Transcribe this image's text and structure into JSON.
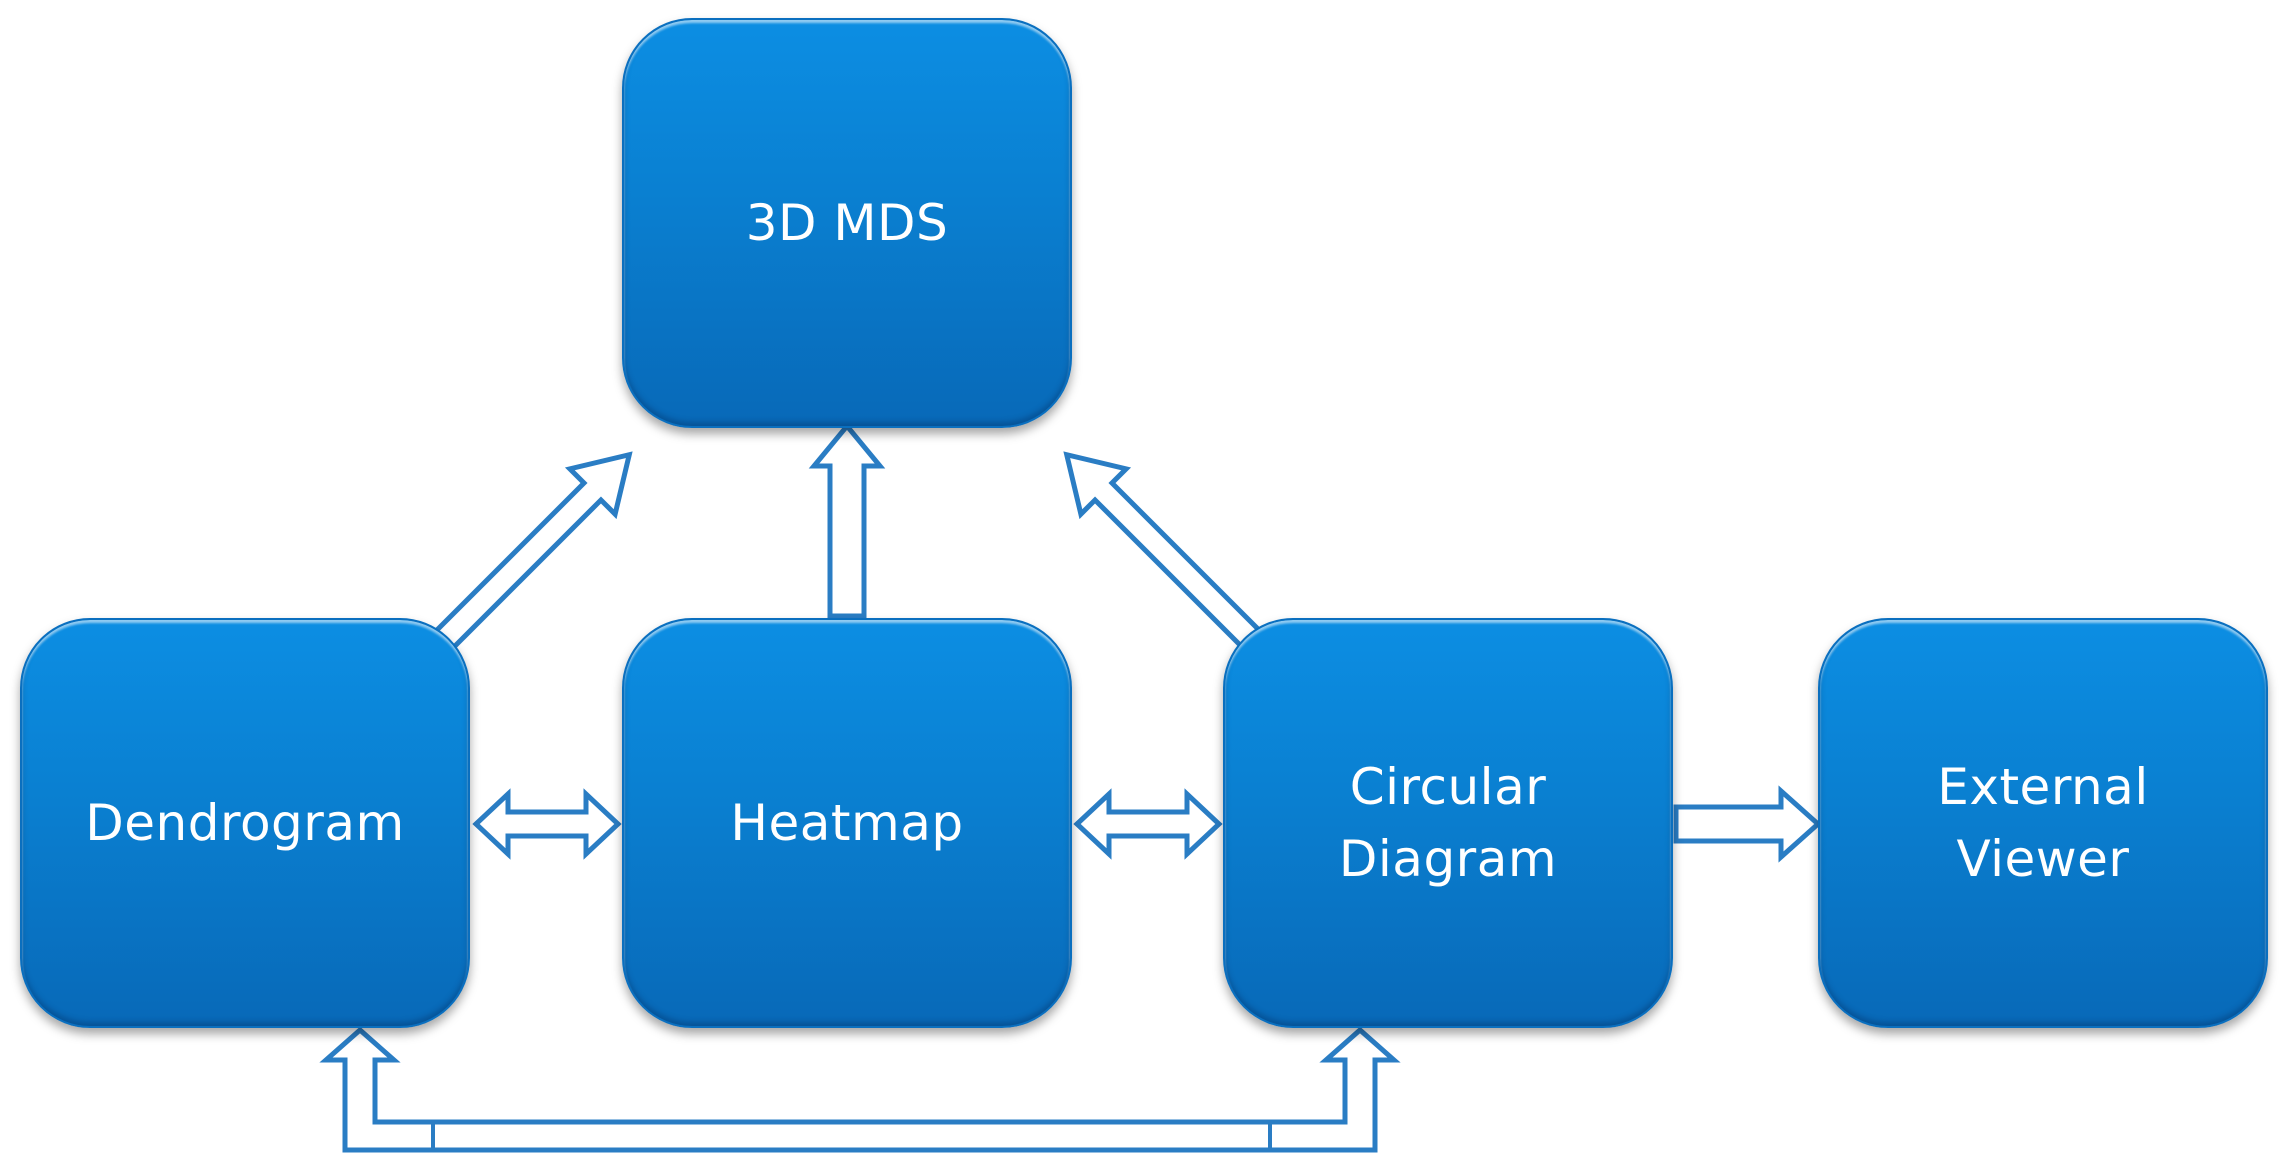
{
  "diagram": {
    "nodes": {
      "mds": {
        "label": "3D MDS"
      },
      "dendrogram": {
        "label": "Dendrogram"
      },
      "heatmap": {
        "label": "Heatmap"
      },
      "circular": {
        "label": "Circular\nDiagram"
      },
      "external": {
        "label": "External\nViewer"
      }
    },
    "edges": [
      {
        "from": "Dendrogram",
        "to": "3D MDS",
        "direction": "one-way"
      },
      {
        "from": "Heatmap",
        "to": "3D MDS",
        "direction": "one-way"
      },
      {
        "from": "Circular Diagram",
        "to": "3D MDS",
        "direction": "one-way"
      },
      {
        "from": "Dendrogram",
        "to": "Heatmap",
        "direction": "two-way"
      },
      {
        "from": "Heatmap",
        "to": "Circular Diagram",
        "direction": "two-way"
      },
      {
        "from": "Circular Diagram",
        "to": "External Viewer",
        "direction": "one-way"
      },
      {
        "from": "Dendrogram",
        "to": "Circular Diagram",
        "direction": "two-way"
      }
    ],
    "colors": {
      "node_fill": "#0a7fd0",
      "arrow_fill": "#ffffff",
      "arrow_outline": "#2a7dc4",
      "text": "#ffffff"
    }
  }
}
